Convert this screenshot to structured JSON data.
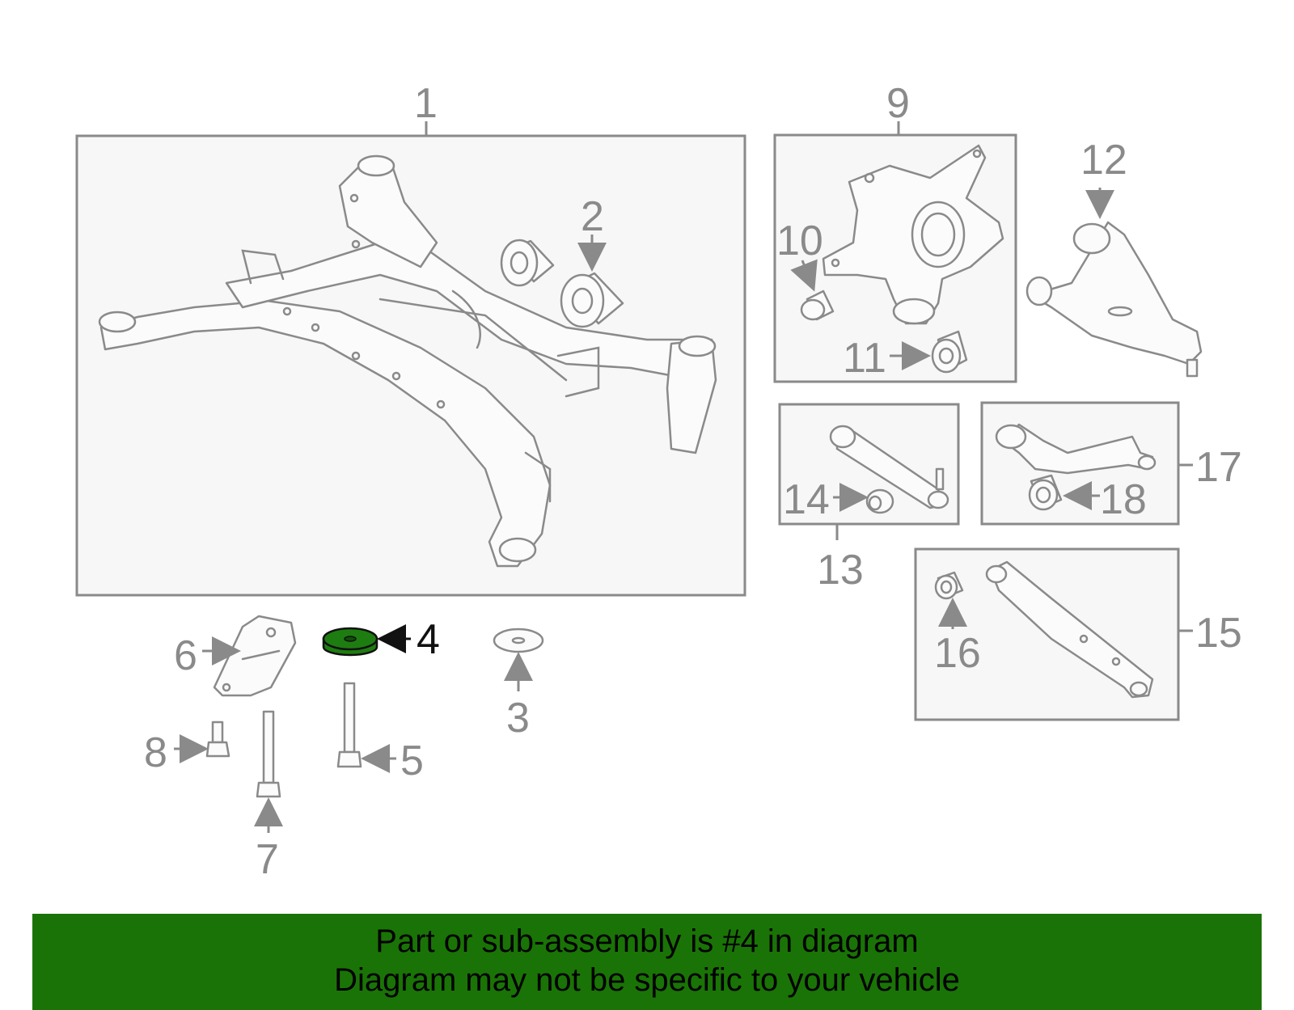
{
  "highlighted_callout": "4",
  "colors": {
    "banner": "#1a7306",
    "highlight_part": "#1e7d10",
    "line_art": "#8a8a8a"
  },
  "callouts": {
    "c1": "1",
    "c2": "2",
    "c3": "3",
    "c4": "4",
    "c5": "5",
    "c6": "6",
    "c7": "7",
    "c8": "8",
    "c9": "9",
    "c10": "10",
    "c11": "11",
    "c12": "12",
    "c13": "13",
    "c14": "14",
    "c15": "15",
    "c16": "16",
    "c17": "17",
    "c18": "18"
  },
  "banner": {
    "line1": "Part or sub-assembly is #4 in diagram",
    "line2": "Diagram may not be specific to your vehicle"
  }
}
